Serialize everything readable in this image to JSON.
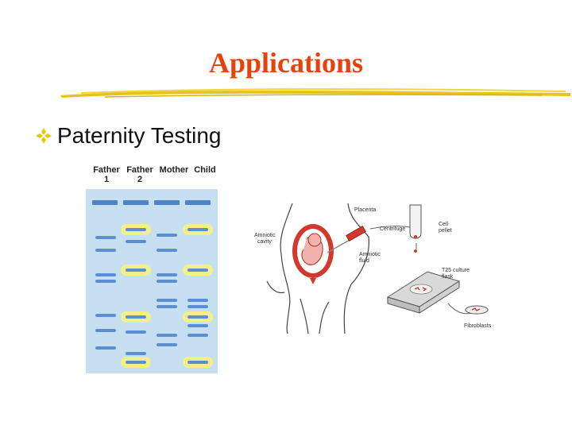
{
  "slide": {
    "title": "Applications",
    "bullet": "Paternity Testing"
  },
  "gel": {
    "lane_labels": [
      {
        "line1": "Father",
        "line2": "1"
      },
      {
        "line1": "Father",
        "line2": "2"
      },
      {
        "line1": "Mother",
        "line2": ""
      },
      {
        "line1": "Child",
        "line2": ""
      }
    ]
  },
  "diagram": {
    "labels": {
      "placenta": "Placenta",
      "amniotic_cavity_1": "Amniotic",
      "amniotic_cavity_2": "cavity",
      "centrifuge": "Centrifuge",
      "cell_pellet_1": "Cell",
      "cell_pellet_2": "pellet",
      "amniotic_fluid_1": "Amniotic",
      "amniotic_fluid_2": "fluid",
      "culture_flask_1": "T25 culture",
      "culture_flask_2": "flask",
      "fibroblasts": "Fibroblasts"
    }
  },
  "colors": {
    "title": "#e8420c",
    "bullet": "#e8c60c",
    "underline": "#e9c31a",
    "gel_background": "#c7e0f1",
    "band": "#5b8fd0",
    "band_highlight": "#f3f08c",
    "uterus": "#d0392b"
  }
}
